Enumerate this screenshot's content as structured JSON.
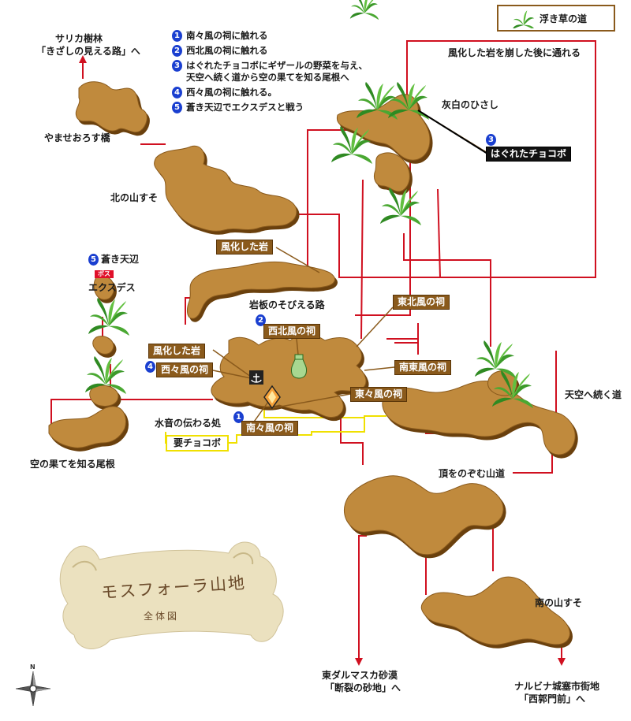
{
  "legend": {
    "floating_grass": "浮き草の道",
    "items": [
      {
        "num": "1",
        "text": "南々風の祠に触れる"
      },
      {
        "num": "2",
        "text": "西北風の祠に触れる"
      },
      {
        "num": "3",
        "text": "はぐれたチョコボにギザールの野菜を与え、"
      },
      {
        "num": "",
        "text": "天空へ続く道から空の果てを知る尾根へ"
      },
      {
        "num": "4",
        "text": "西々風の祠に触れる。"
      },
      {
        "num": "5",
        "text": "蒼き天辺でエクスデスと戦う"
      }
    ]
  },
  "title": {
    "main": "モスフォーラ山地",
    "sub": "全体図"
  },
  "compass": {
    "north": "N"
  },
  "areas": {
    "salika_exit_1": "サリカ樹林",
    "salika_exit_2": "「きざしの見える路」へ",
    "yamase": "やませおろす橋",
    "kita_yamasuso": "北の山すそ",
    "aoki_tenpen": "蒼き天辺",
    "boss_tag": "ボス",
    "exdeath": "エクスデス",
    "ganban": "岩板のそびえる路",
    "mizuoto": "水音の伝わる処",
    "sora_hate": "空の果てを知る尾根",
    "kaihaku": "灰白のひさし",
    "fuuka_route": "風化した岩を崩した後に通れる",
    "tenku": "天空へ続く道",
    "itadaki": "頂をのぞむ山道",
    "minami_yamasuso": "南の山すそ",
    "higashi_exit_1": "東ダルマスカ砂漠",
    "higashi_exit_2": "「断裂の砂地」へ",
    "narubina_1": "ナルビナ城塞市街地",
    "narubina_2": "「西郭門前」へ"
  },
  "callouts": {
    "fuuka_iwa_1": "風化した岩",
    "fuuka_iwa_2": "風化した岩",
    "seihoku": "西北風の祠",
    "seisei": "西々風の祠",
    "touhoku": "東北風の祠",
    "nantou": "南東風の祠",
    "toutou": "東々風の祠",
    "nannan": "南々風の祠",
    "chocobo": "はぐれたチョコボ",
    "need_chocobo": "要チョコボ"
  },
  "markers": {
    "seihoku": "2",
    "seisei": "4",
    "nannan": "1",
    "chocobo": "3",
    "aoki": "5"
  },
  "colors": {
    "land": "#c08a3e",
    "land_dark": "#8a5a1c",
    "route": "#d01020",
    "chocobo_route": "#f0e000",
    "callout": "#8a5a1c",
    "marker": "#1a3fd0",
    "plant": "#3c9a2a"
  }
}
